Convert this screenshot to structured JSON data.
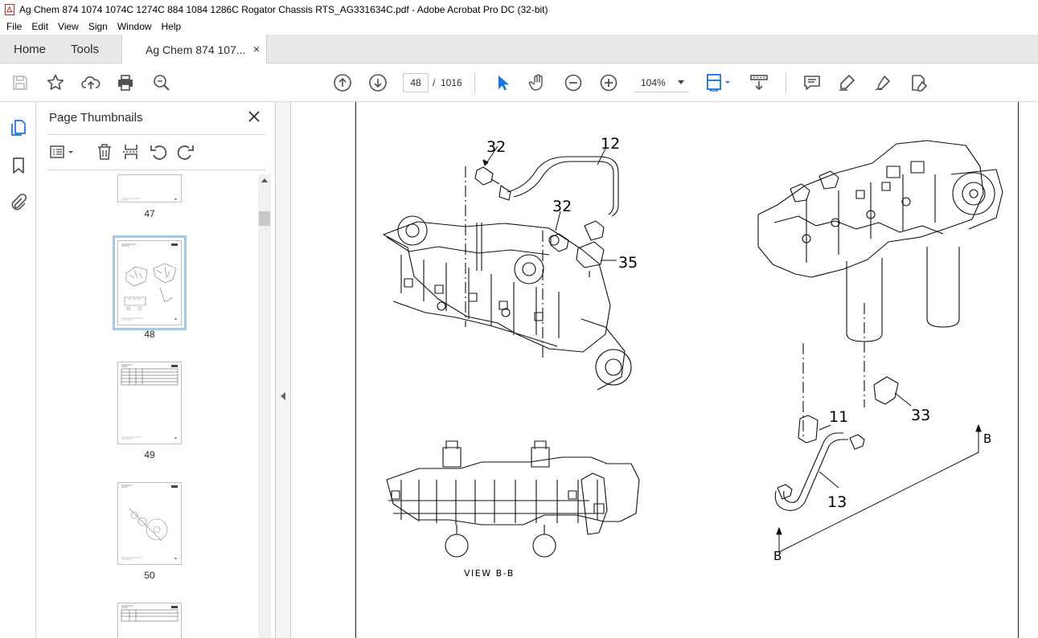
{
  "window": {
    "title": "Ag Chem 874 1074 1074C 1274C 884 1084 1286C Rogator Chassis RTS_AG331634C.pdf - Adobe Acrobat Pro DC (32-bit)"
  },
  "menu": [
    "File",
    "Edit",
    "View",
    "Sign",
    "Window",
    "Help"
  ],
  "tabs": {
    "home": "Home",
    "tools": "Tools",
    "document": "Ag Chem 874 107...",
    "close_glyph": "×"
  },
  "toolbar": {
    "current_page": "48",
    "page_separator": "/",
    "total_pages": "1016",
    "zoom": "104%",
    "icons": [
      "save-icon",
      "bookmark-star-icon",
      "upload-icon",
      "print-icon",
      "zoom-search-icon",
      "page-up-icon",
      "page-down-icon",
      "select-cursor-icon",
      "hand-icon",
      "zoom-out-icon",
      "zoom-in-icon",
      "page-fit-icon",
      "scroll-mode-icon",
      "comment-icon",
      "highlight-icon",
      "sign-icon",
      "edit-pdf-icon"
    ]
  },
  "panel": {
    "title": "Page Thumbnails",
    "thumbnails": [
      {
        "label": "47"
      },
      {
        "label": "48",
        "selected": true
      },
      {
        "label": "49"
      },
      {
        "label": "50"
      },
      {
        "label": ""
      }
    ]
  },
  "diagram": {
    "callouts": [
      "32",
      "12",
      "32",
      "35",
      "11",
      "33",
      "13",
      "B",
      "B"
    ],
    "view_label": "VIEW B-B"
  },
  "colors": {
    "accent": "#1473e6",
    "selected_thumb": "#a6c8e8",
    "tab_bg": "#e8e8e8",
    "title_icon": "#d7262b"
  }
}
